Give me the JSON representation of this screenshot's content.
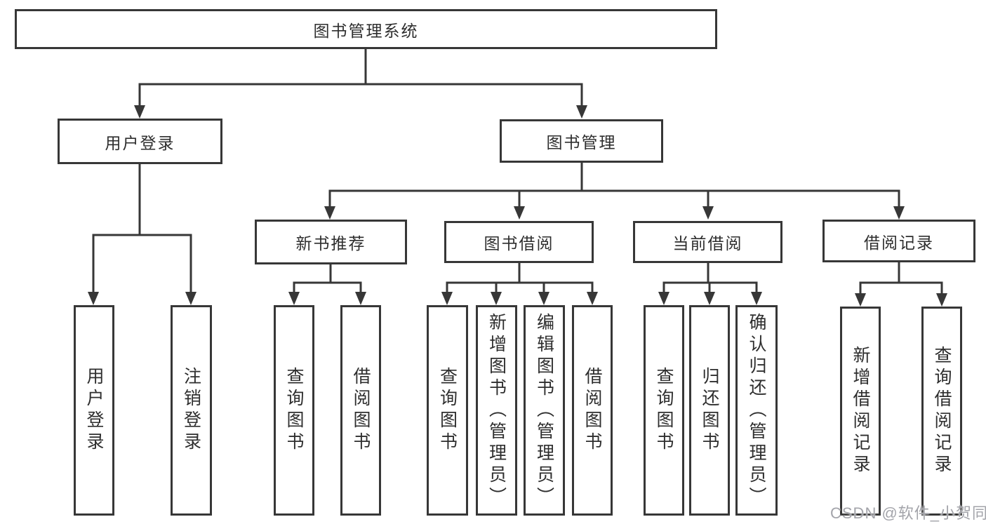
{
  "diagram": {
    "root": {
      "label": "图书管理系统"
    },
    "branches": [
      {
        "label": "用户登录",
        "children": [
          {
            "label": "用户登录"
          },
          {
            "label": "注销登录"
          }
        ]
      },
      {
        "label": "图书管理",
        "children": [
          {
            "label": "新书推荐",
            "children": [
              {
                "label": "查询图书"
              },
              {
                "label": "借阅图书"
              }
            ]
          },
          {
            "label": "图书借阅",
            "children": [
              {
                "label": "查询图书"
              },
              {
                "label": "新增图书（管理员）"
              },
              {
                "label": "编辑图书（管理员）"
              },
              {
                "label": "借阅图书"
              }
            ]
          },
          {
            "label": "当前借阅",
            "children": [
              {
                "label": "查询图书"
              },
              {
                "label": "归还图书"
              },
              {
                "label": "确认归还（管理员）"
              }
            ]
          },
          {
            "label": "借阅记录",
            "children": [
              {
                "label": "新增借阅记录"
              },
              {
                "label": "查询借阅记录"
              }
            ]
          }
        ]
      }
    ]
  },
  "watermark": {
    "text": "CSDN @软件_小贺同学"
  },
  "colors": {
    "line": "#373737",
    "text": "#2e2e2e",
    "watermark": "#a3a4aa",
    "background": "#ffffff"
  }
}
